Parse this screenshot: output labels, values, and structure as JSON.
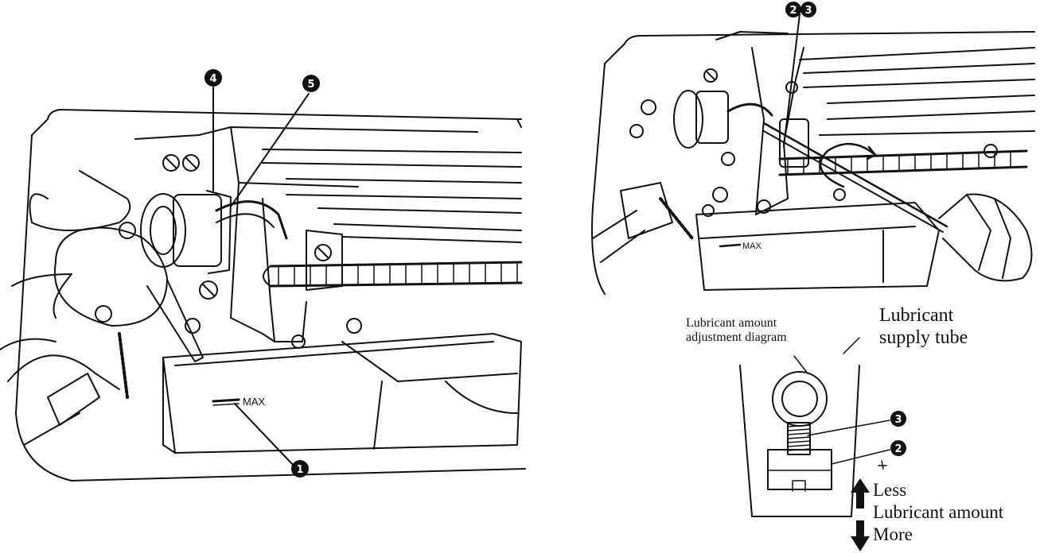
{
  "callouts": {
    "c1": "1",
    "c2": "2",
    "c3": "3",
    "c4": "4",
    "c5": "5",
    "c23a": "2",
    "c23b": "3"
  },
  "left_illustration": {
    "max_mark": "MAX"
  },
  "right_illustration": {
    "max_mark": "MAX"
  },
  "labels": {
    "adjustment_diagram": [
      "Lubricant amount",
      "adjustment diagram"
    ],
    "supply_tube": [
      "Lubricant",
      "supply tube"
    ],
    "less": "Less",
    "lubricant_amount": "Lubricant amount",
    "more": "More"
  }
}
